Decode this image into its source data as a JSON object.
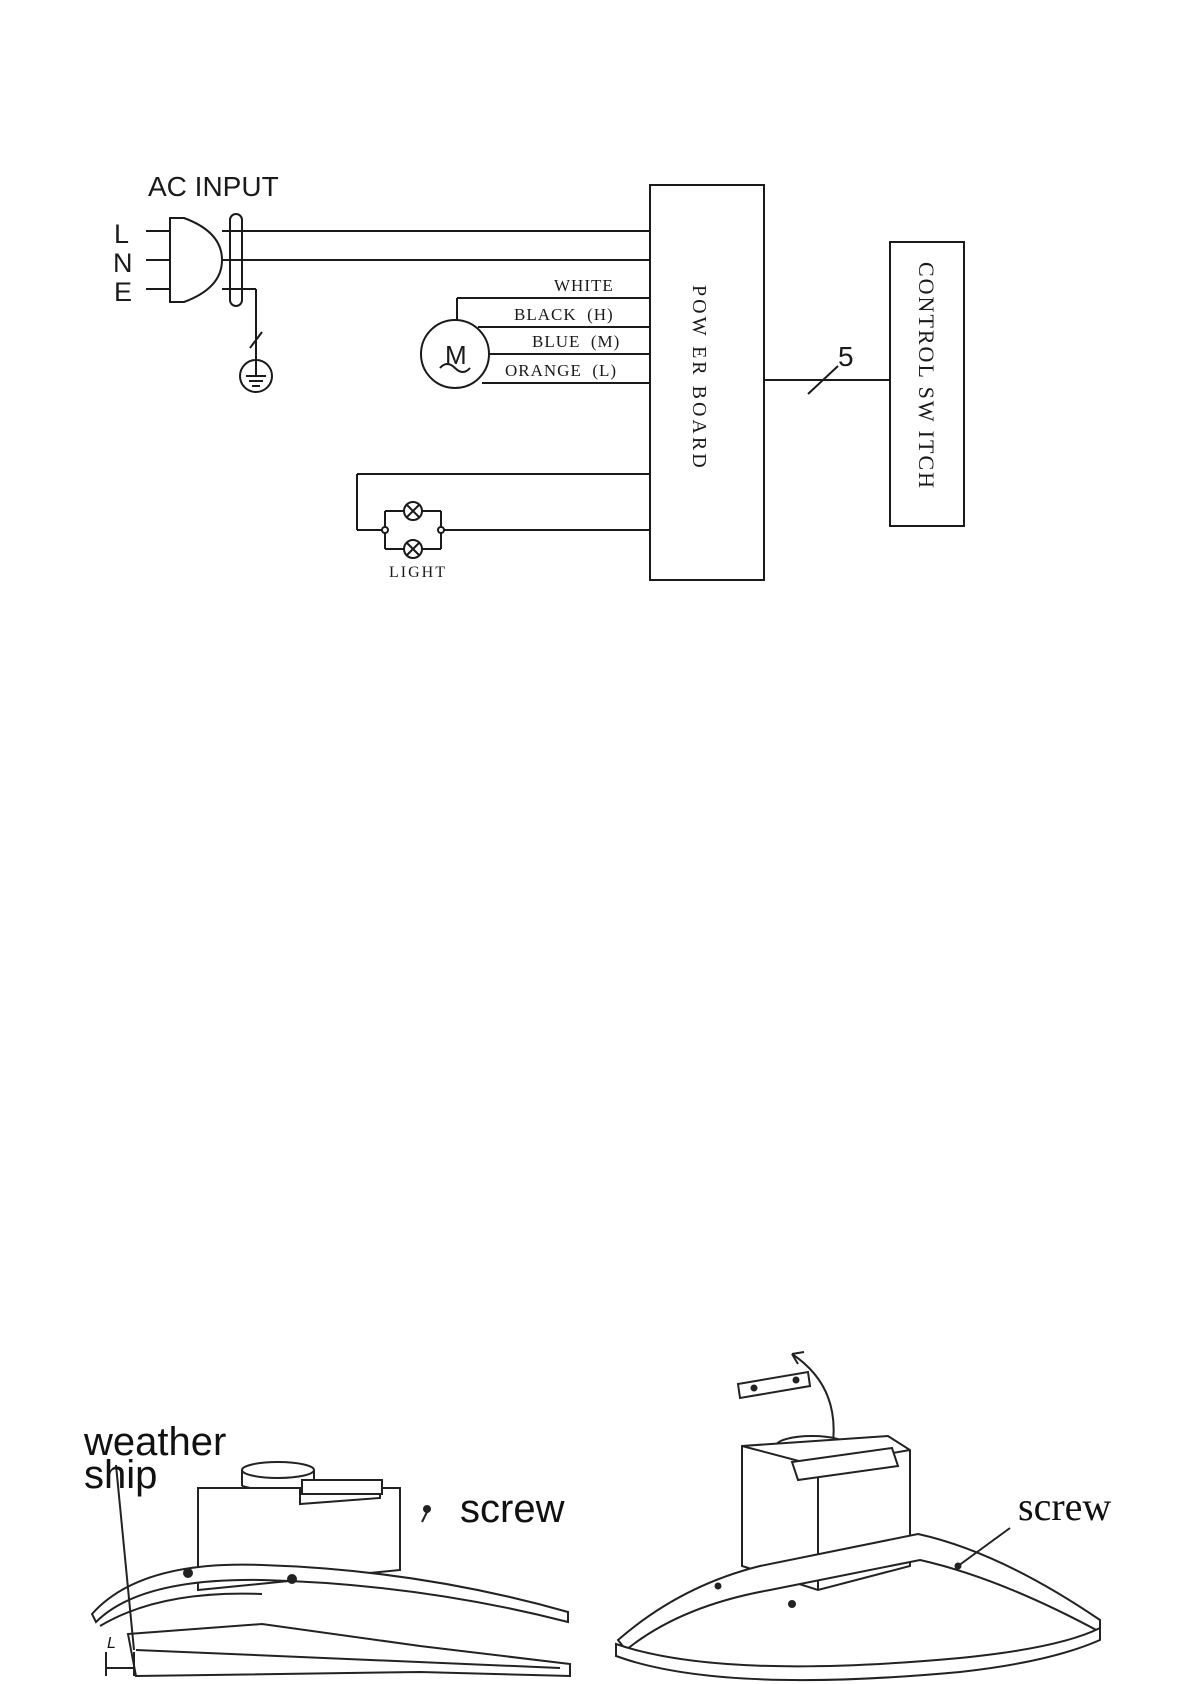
{
  "wiring": {
    "ac_input": "AC INPUT",
    "terminals": [
      "L",
      "N",
      "E"
    ],
    "wires": [
      "WHITE",
      "BLACK  (H)",
      "BLUE  (M)",
      "ORANGE  (L)"
    ],
    "motor_symbol": "M",
    "power_board": "POW ER BOARD",
    "cable_count": "5",
    "control_switch": "CONTROL SW ITCH",
    "light_label": "LIGHT"
  },
  "left_figure": {
    "label_line1": "weather",
    "label_line2": "ship",
    "screw_label": "screw",
    "dimension_label": "L"
  },
  "right_figure": {
    "screw_label": "screw"
  }
}
